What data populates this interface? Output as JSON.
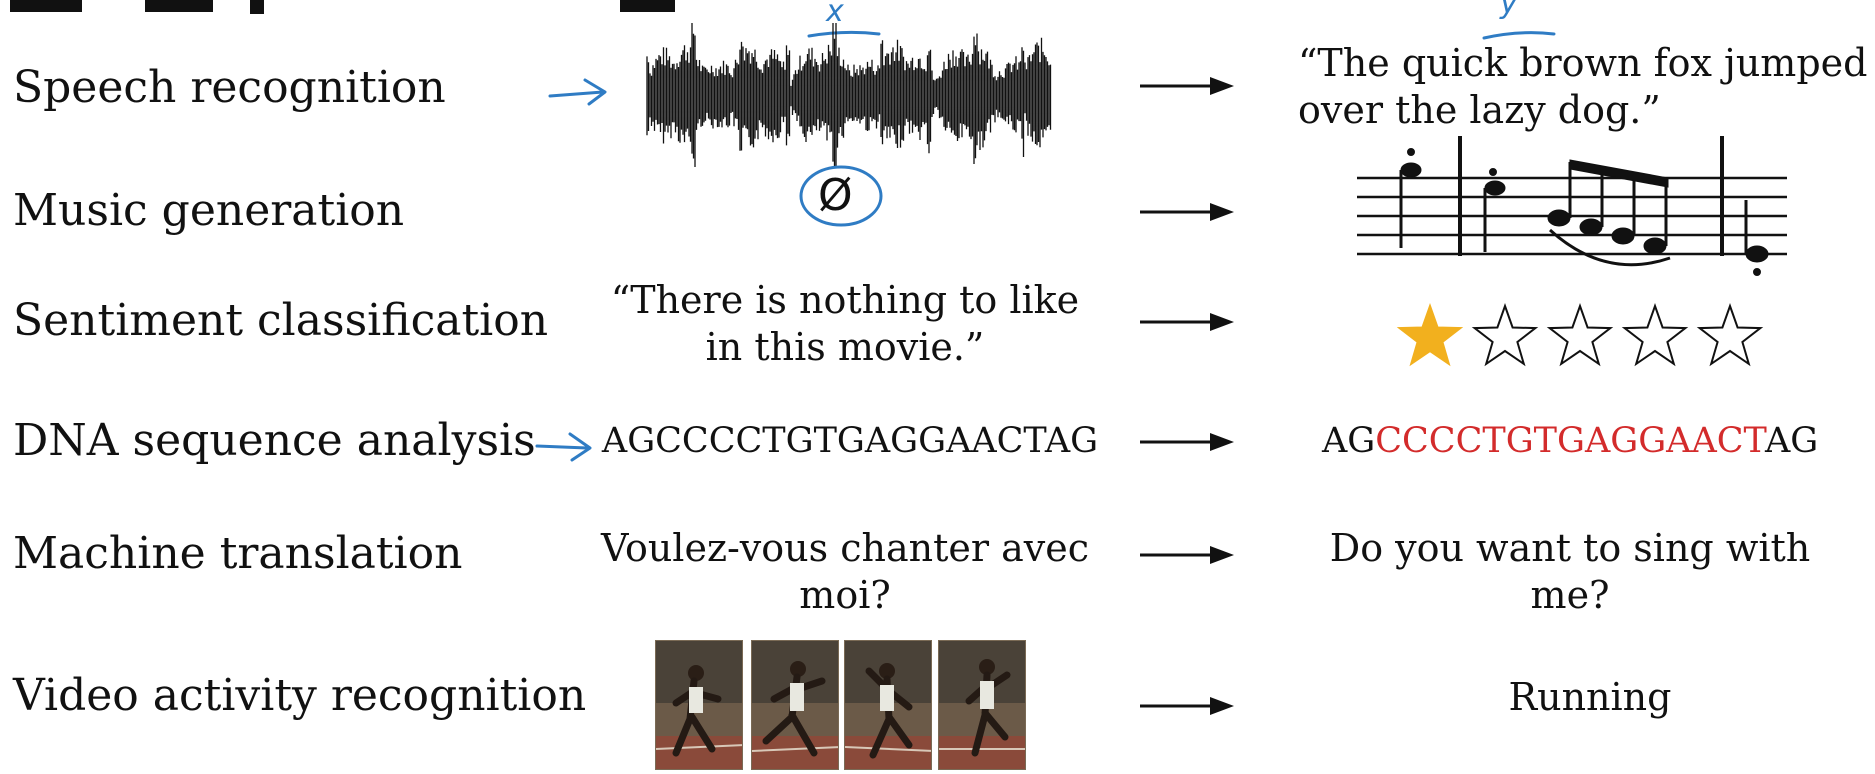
{
  "rows": [
    {
      "label": "Speech recognition",
      "output_line1": "“The quick brown fox jumped",
      "output_line2": "over the lazy dog.”"
    },
    {
      "label": "Music generation",
      "input_symbol": "Ø"
    },
    {
      "label": "Sentiment classification",
      "input_line1": "“There is nothing to like",
      "input_line2": "in this movie.”",
      "rating": 1,
      "rating_max": 5,
      "star_color": "#f2b01e"
    },
    {
      "label": "DNA sequence analysis",
      "input": "AGCCCCTGTGAGGAACTAG",
      "output_prefix": "AG",
      "output_highlight": "CCCCTGTGAGGAACT",
      "output_suffix": "AG",
      "highlight_color": "#d32b2b"
    },
    {
      "label": "Machine translation",
      "input_line1": "Voulez-vous chanter avec",
      "input_line2": "moi?",
      "output_line1": "Do you want to sing with",
      "output_line2": "me?"
    },
    {
      "label": "Video activity recognition",
      "output": "Running"
    }
  ],
  "annotations": {
    "x_label": "x",
    "y_label": "y",
    "ink_color": "#2f7cc4"
  },
  "icons": [
    "arrow-icon",
    "waveform-icon",
    "music-staff-icon",
    "star-icon",
    "video-frame-icon"
  ]
}
